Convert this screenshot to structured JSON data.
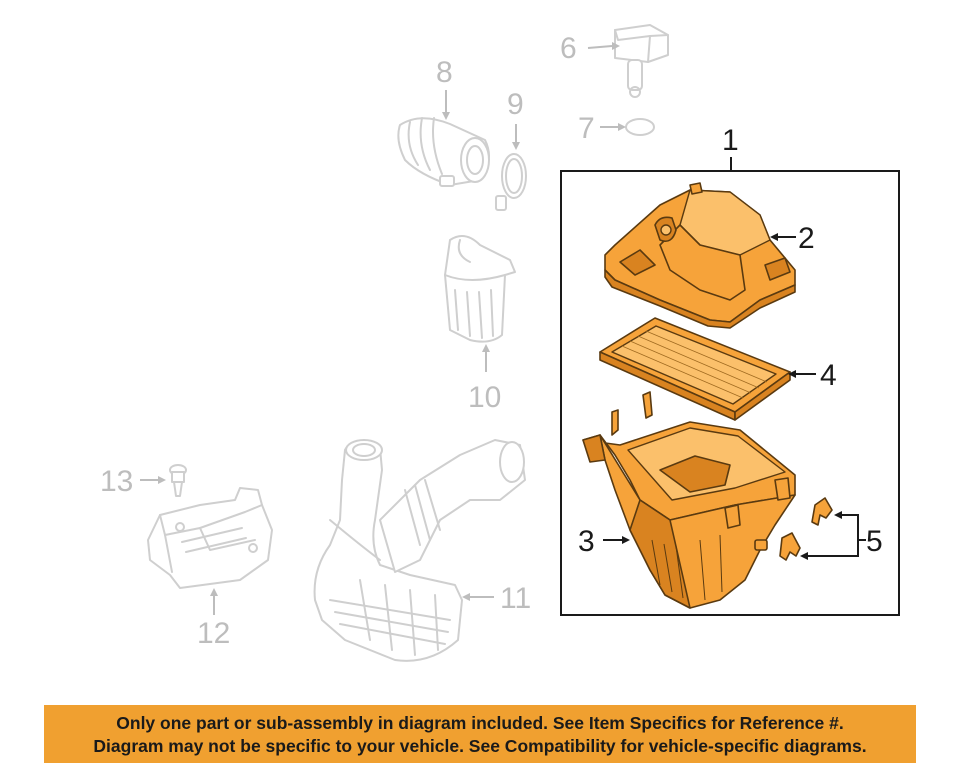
{
  "callouts": {
    "c1": "1",
    "c2": "2",
    "c3": "3",
    "c4": "4",
    "c5": "5",
    "c6": "6",
    "c7": "7",
    "c8": "8",
    "c9": "9",
    "c10": "10",
    "c11": "11",
    "c12": "12",
    "c13": "13"
  },
  "banner": {
    "line1": "Only one part or sub-assembly in diagram included. See Item Specifics for Reference #.",
    "line2": "Diagram may not be specific to your vehicle. See Compatibility for vehicle-specific diagrams."
  },
  "colors": {
    "highlight_part": "#f6a33a",
    "banner_background": "#f0a030",
    "ghost_part": "#cfcfcf"
  }
}
